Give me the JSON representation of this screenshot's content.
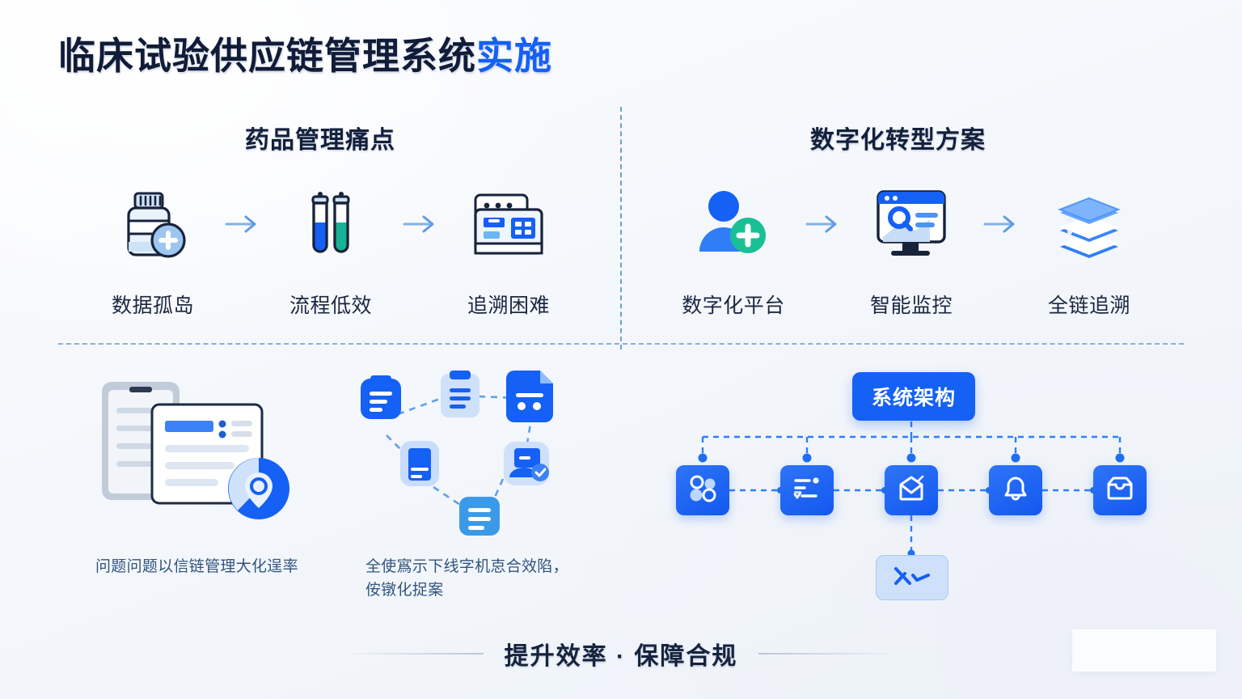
{
  "title": {
    "main": "临床试验供应链管理系统",
    "accent": "实施"
  },
  "columns": {
    "left_heading": "药品管理痛点",
    "right_heading": "数字化转型方案"
  },
  "pain_points": {
    "arrow": "→",
    "items": [
      {
        "label": "数据孤岛",
        "icon": "medicine-bottle-icon"
      },
      {
        "label": "流程低效",
        "icon": "test-tubes-icon"
      },
      {
        "label": "追溯困难",
        "icon": "dashboard-window-icon"
      }
    ]
  },
  "solutions": {
    "arrow": "→",
    "items": [
      {
        "label": "数字化平台",
        "icon": "user-plus-icon"
      },
      {
        "label": "智能监控",
        "icon": "monitor-search-icon"
      },
      {
        "label": "全链追溯",
        "icon": "stacked-layers-icon"
      }
    ]
  },
  "captions": {
    "doc": "问题问题以信链管理大化逞率",
    "network": "全使寪示下线字机怘合效陷，侒镦化捉案"
  },
  "architecture": {
    "badge": "系统架构",
    "nodes": [
      {
        "icon": "users-group-icon"
      },
      {
        "icon": "checklist-icon"
      },
      {
        "icon": "envelope-icon"
      },
      {
        "icon": "bell-icon"
      },
      {
        "icon": "inbox-icon"
      }
    ],
    "sub_node": {
      "icon": "analytics-chart-icon"
    }
  },
  "footer": {
    "tagline": "提升效率 · 保障合规"
  },
  "colors": {
    "accent_blue": "#1560f5",
    "title_navy": "#101c38",
    "teal": "#16b394",
    "divider_blue": "#5e9ade",
    "caption_blue": "#31547f",
    "background": "#f4f7fb"
  }
}
